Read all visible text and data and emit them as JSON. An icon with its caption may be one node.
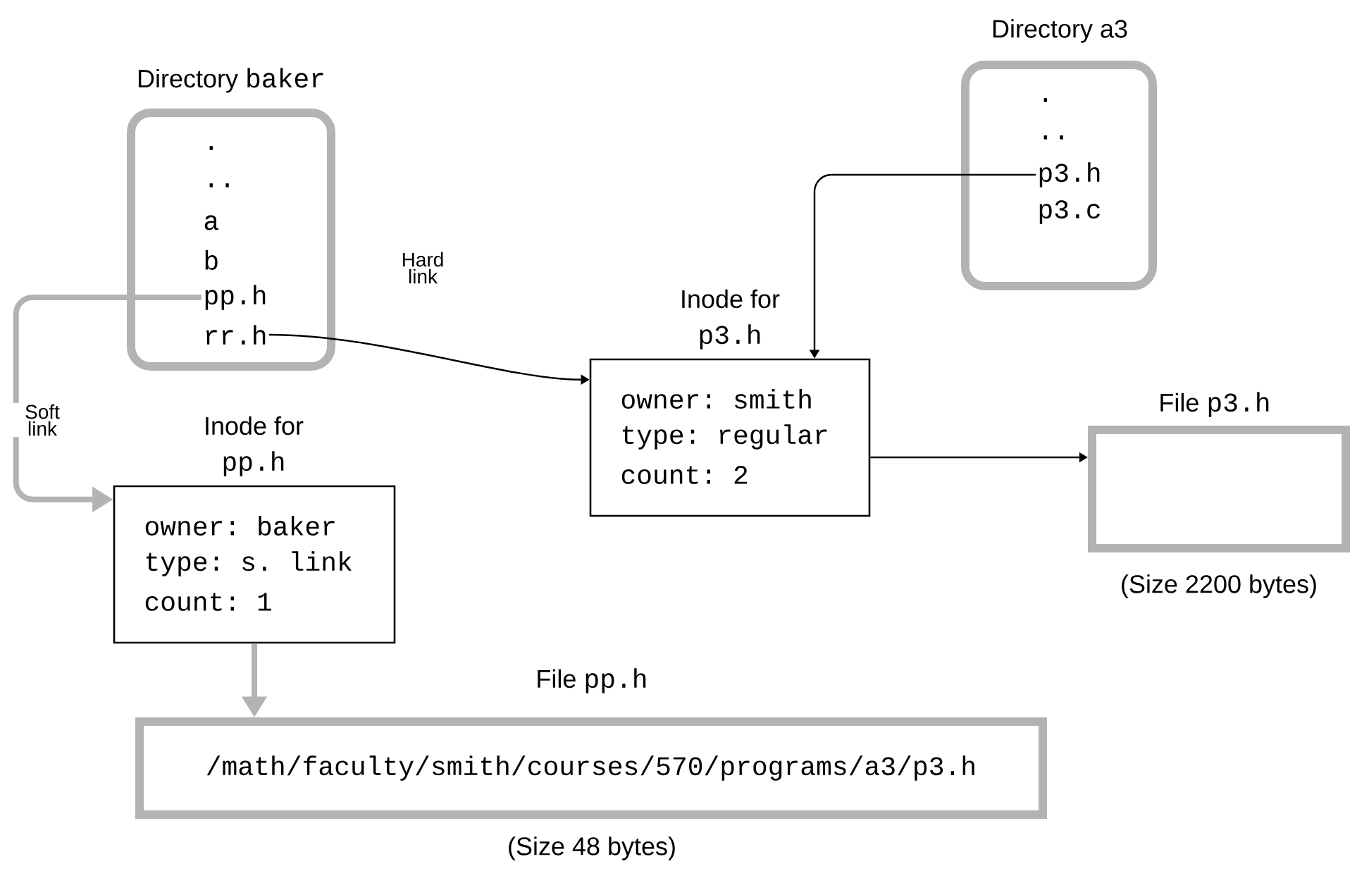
{
  "diagram": {
    "nodes": [
      {
        "text": [
          "Directory",
          "baker"
        ]
      },
      {
        "text": [
          "."
        ],
        "in": 0
      },
      {
        "text": [
          ".."
        ],
        "in": 0
      },
      {
        "text": [
          "a"
        ],
        "in": 0
      },
      {
        "text": [
          "b"
        ],
        "in": 0
      },
      {
        "text": [
          "pp.h"
        ],
        "in": 0
      },
      {
        "text": [
          "rr.h"
        ],
        "in": 0
      },
      {
        "text": [
          "Directory a3"
        ]
      },
      {
        "text": [
          "."
        ],
        "in": 7
      },
      {
        "text": [
          ".."
        ],
        "in": 7
      },
      {
        "text": [
          "p3.h"
        ],
        "in": 7
      },
      {
        "text": [
          "p3.c"
        ],
        "in": 7
      },
      {
        "text": [
          "Inode for",
          "p3.h",
          "owner: smith",
          "type: regular",
          "count: 2"
        ]
      },
      {
        "text": [
          "Inode for",
          "pp.h",
          "owner: baker",
          "type: s. link",
          "count: 1"
        ]
      },
      {
        "text": [
          "File",
          "p3.h"
        ],
        "beside": [
          "(Size 2200 bytes)"
        ]
      },
      {
        "text": [
          "File",
          "pp.h",
          "/math/faculty/smith/courses/570/programs/a3/p3.h"
        ],
        "beside": [
          "(Size 48 bytes)"
        ]
      }
    ],
    "edges": [
      {
        "from": 6,
        "to": 12,
        "arrow": "to",
        "label": "Hard link"
      },
      {
        "from": 10,
        "to": 12,
        "arrow": "to"
      },
      {
        "from": 5,
        "to": 13,
        "arrow": "to",
        "label": "Soft link",
        "style": "thick",
        "color": "#b3b3b3"
      },
      {
        "from": 12,
        "to": 14,
        "arrow": "to"
      },
      {
        "from": 13,
        "to": 15,
        "arrow": "to",
        "style": "thick",
        "color": "#b3b3b3"
      }
    ]
  }
}
